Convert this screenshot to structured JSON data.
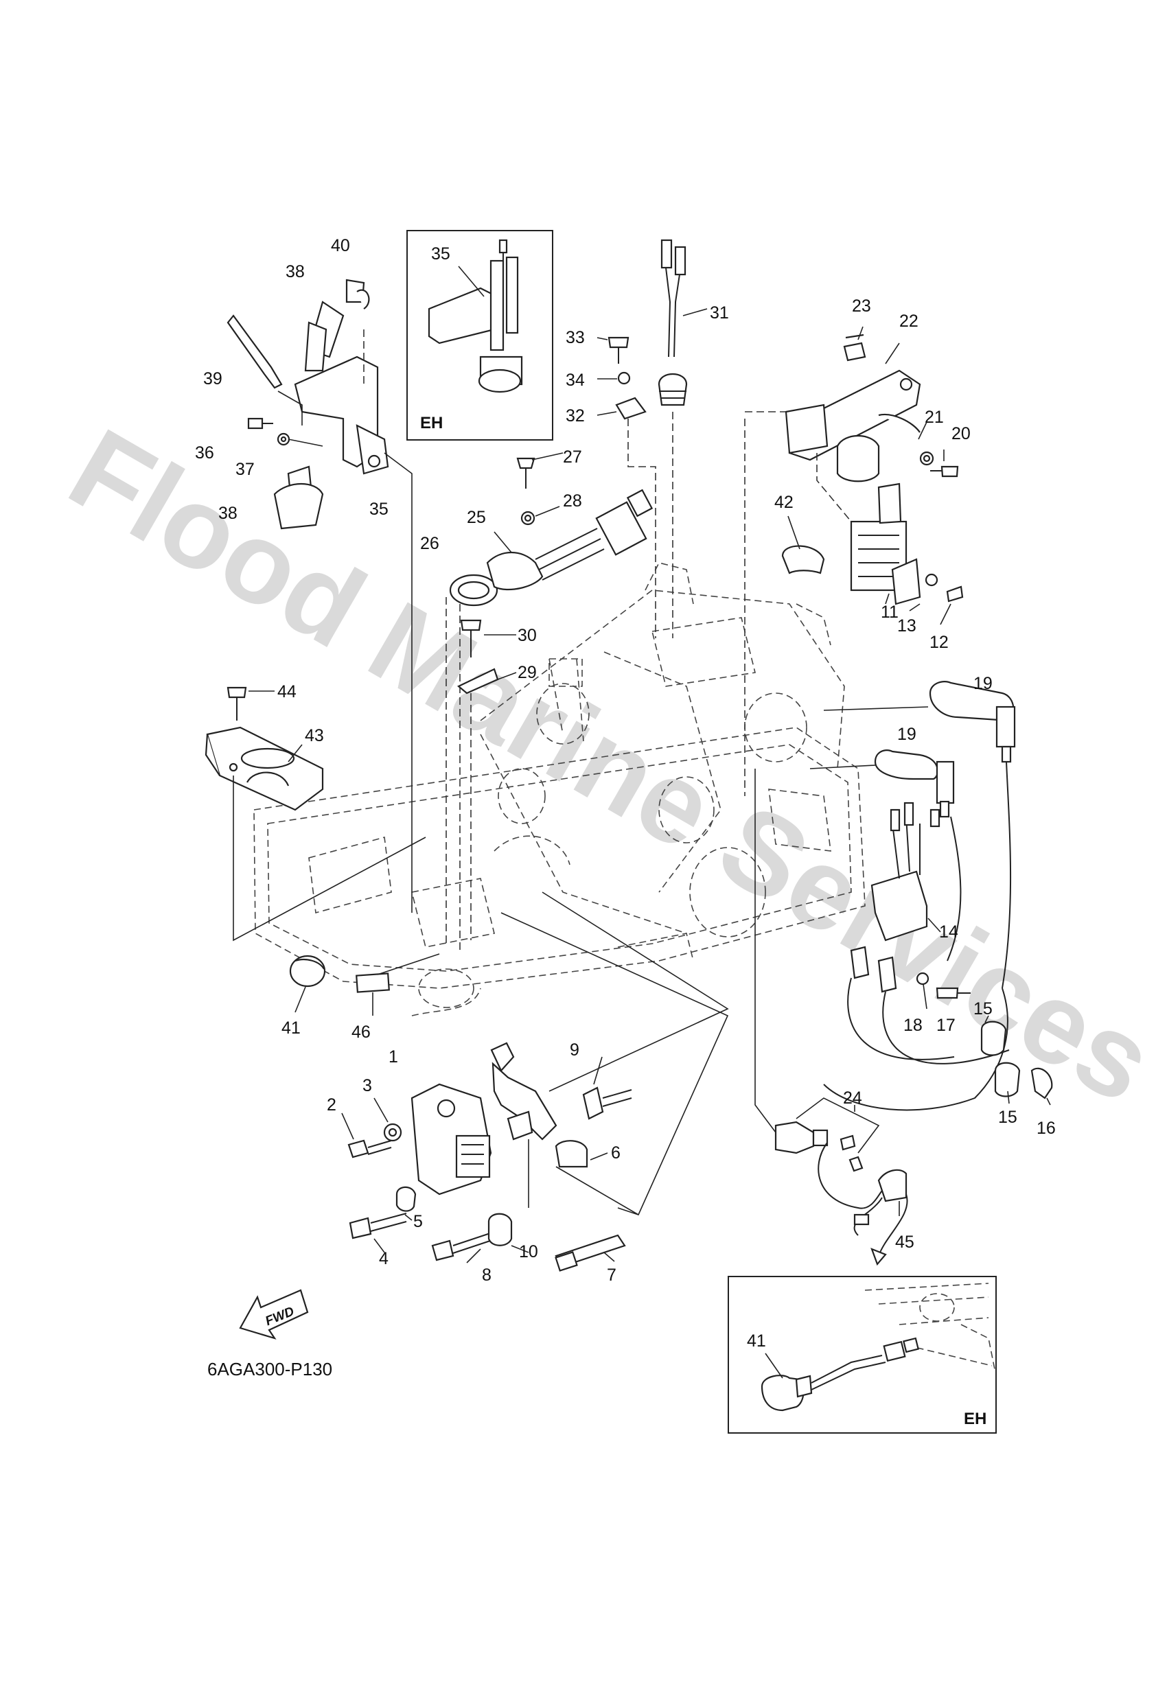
{
  "watermark": "Flood Marine Services",
  "diagram_code": "6AGA300-P130",
  "fwd_label": "FWD",
  "insets": [
    {
      "id": "inset-top",
      "tag": "EH",
      "callouts": [
        "35"
      ]
    },
    {
      "id": "inset-bottom",
      "tag": "EH",
      "callouts": [
        "41"
      ]
    }
  ],
  "callouts": [
    "1",
    "2",
    "3",
    "4",
    "5",
    "6",
    "7",
    "8",
    "9",
    "10",
    "11",
    "12",
    "13",
    "14",
    "15",
    "15",
    "16",
    "17",
    "18",
    "19",
    "19",
    "20",
    "21",
    "22",
    "23",
    "24",
    "25",
    "26",
    "27",
    "28",
    "29",
    "30",
    "31",
    "32",
    "33",
    "34",
    "35",
    "36",
    "37",
    "38",
    "38",
    "39",
    "40",
    "41",
    "42",
    "43",
    "44",
    "45",
    "46"
  ]
}
